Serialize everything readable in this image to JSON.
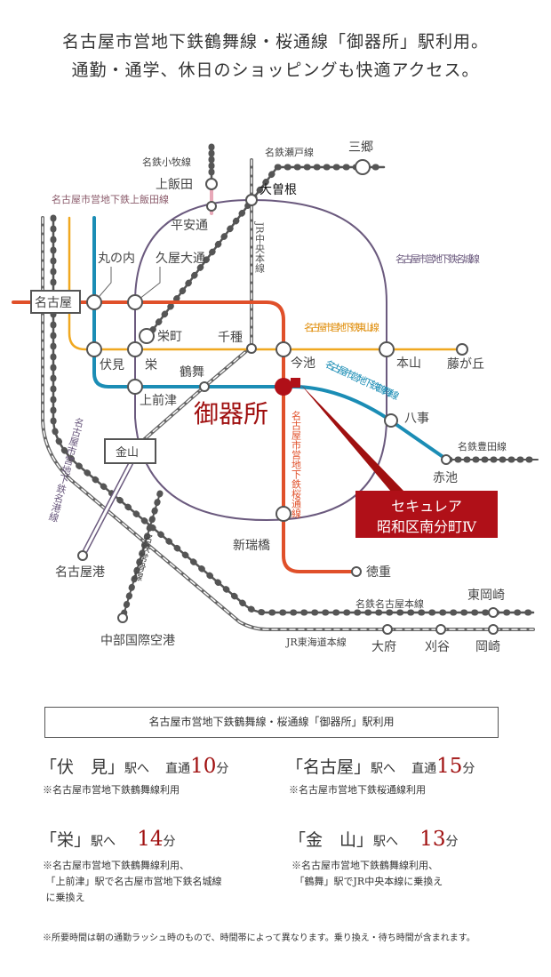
{
  "header": {
    "line1": "名古屋市営地下鉄鶴舞線・桜通線「御器所」駅利用。",
    "line2": "通勤・通学、休日のショッピングも快適アクセス。"
  },
  "colors": {
    "sakuradori": "#e0502a",
    "tsurumai": "#1b8db5",
    "higashiyama": "#f0a820",
    "meijo": "#6b5a7e",
    "kamiiida": "#e8a8b8",
    "accent": "#a01010",
    "jr": "#666666"
  },
  "map": {
    "lines": {
      "meitetsu_komaki": "名鉄小牧線",
      "kamiiida": "名古屋市営地下鉄上飯田線",
      "meitetsu_seto": "名鉄瀬戸線",
      "jr_chuo": "JR中央本線",
      "meijo": "名古屋市営地下鉄名城線",
      "higashiyama": "名古屋市営地下鉄東山線",
      "tsurumai": "名古屋市営地下鉄鶴舞線",
      "sakuradori": "名古屋市営地下鉄桜通線",
      "meiko": "名古屋市営地下鉄名港線",
      "tokoname": "名鉄常滑線",
      "meitetsu_toyota": "名鉄豊田線",
      "meitetsu_main": "名鉄名古屋本線",
      "jr_tokaido": "JR東海道本線"
    },
    "stations": {
      "sango": "三郷",
      "ozone": "大曽根",
      "kamiiida": "上飯田",
      "heiando": "平安通",
      "marunouchi": "丸の内",
      "hisaya": "久屋大通",
      "nagoya": "名古屋",
      "sakaemachi": "栄町",
      "chikusa": "千種",
      "imaike": "今池",
      "motoyama": "本山",
      "fujigaoka": "藤が丘",
      "fushimi": "伏見",
      "sakae": "栄",
      "tsurumai": "鶴舞",
      "kamimaezu": "上前津",
      "gokiso": "御器所",
      "yagoto": "八事",
      "akaike": "赤池",
      "kanayama": "金山",
      "aratamabashi": "新瑞橋",
      "tokushige": "徳重",
      "nagoyako": "名古屋港",
      "centrair": "中部国際空港",
      "higashiokazaki": "東岡崎",
      "obu": "大府",
      "kariya": "刈谷",
      "okazaki": "岡崎"
    },
    "property": {
      "line1": "セキュレア",
      "line2": "昭和区南分町Ⅳ"
    }
  },
  "access": {
    "title": "名古屋市営地下鉄鶴舞線・桜通線「御器所」駅利用",
    "items": [
      {
        "station": "「伏　見」",
        "suffix": "駅へ",
        "prefix": "直通",
        "minutes": "10",
        "unit": "分",
        "note": "※名古屋市営地下鉄鶴舞線利用"
      },
      {
        "station": "「名古屋」",
        "suffix": "駅へ",
        "prefix": "直通",
        "minutes": "15",
        "unit": "分",
        "note": "※名古屋市営地下鉄桜通線利用"
      },
      {
        "station": "「栄」",
        "suffix": "駅へ",
        "prefix": "",
        "minutes": "14",
        "unit": "分",
        "note": "※名古屋市営地下鉄鶴舞線利用、\n 「上前津」駅で名古屋市営地下鉄名城線\n に乗換え"
      },
      {
        "station": "「金　山」",
        "suffix": "駅へ",
        "prefix": "",
        "minutes": "13",
        "unit": "分",
        "note": "※名古屋市営地下鉄鶴舞線利用、\n 「鶴舞」駅でJR中央本線に乗換え"
      }
    ],
    "footnote": "※所要時間は朝の通勤ラッシュ時のもので、時間帯によって異なります。乗り換え・待ち時間が含まれます。"
  }
}
